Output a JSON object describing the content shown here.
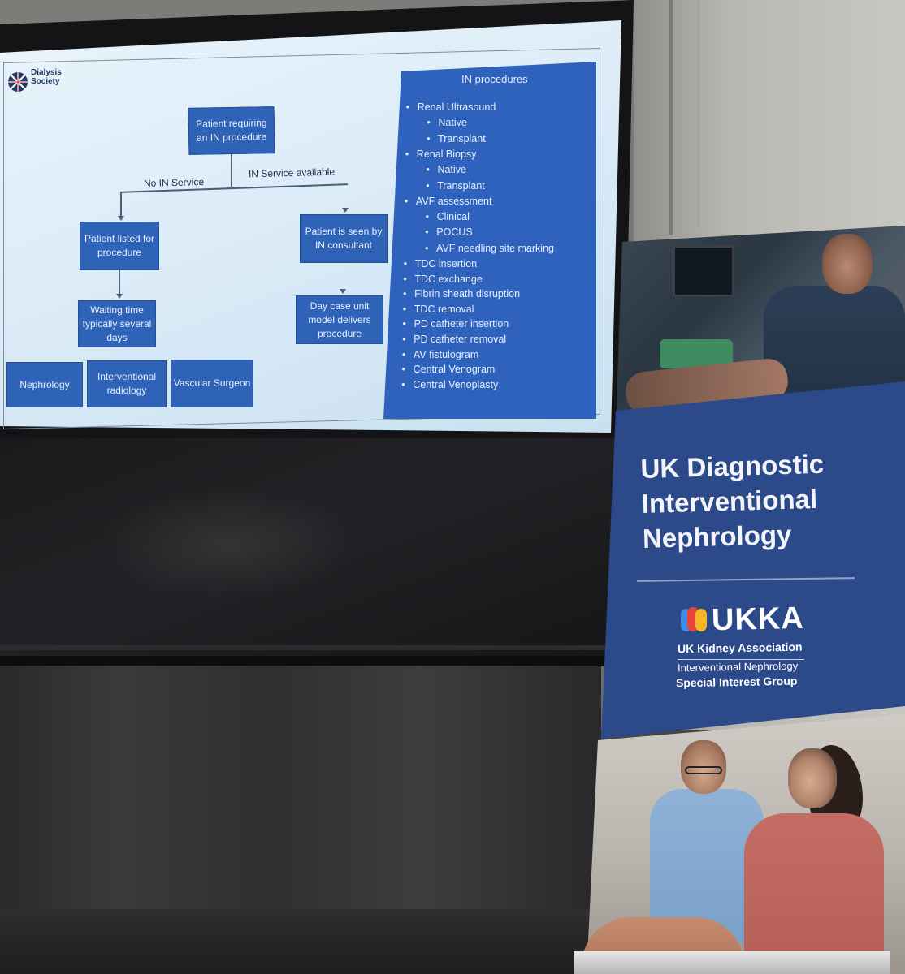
{
  "slide": {
    "logo_text": "Dialysis Society",
    "flow": {
      "start": "Patient requiring an IN procedure",
      "branch_left": "No IN Service",
      "branch_right": "IN Service available",
      "left_listed": "Patient listed for procedure",
      "left_wait": "Waiting time typically several days",
      "right_seen": "Patient is seen by IN consultant",
      "right_daycase": "Day case unit model delivers procedure",
      "specialties": [
        "Nephrology",
        "Interventional radiology",
        "Vascular Surgeon"
      ]
    },
    "procedures": {
      "title": "IN procedures",
      "items": [
        {
          "text": "Renal Ultrasound",
          "level": 1
        },
        {
          "text": "Native",
          "level": 2
        },
        {
          "text": "Transplant",
          "level": 2
        },
        {
          "text": "Renal Biopsy",
          "level": 1
        },
        {
          "text": "Native",
          "level": 2
        },
        {
          "text": "Transplant",
          "level": 2
        },
        {
          "text": "AVF assessment",
          "level": 1
        },
        {
          "text": "Clinical",
          "level": 2
        },
        {
          "text": "POCUS",
          "level": 2
        },
        {
          "text": "AVF needling site marking",
          "level": 2
        },
        {
          "text": "TDC insertion",
          "level": 1
        },
        {
          "text": "TDC exchange",
          "level": 1
        },
        {
          "text": "Fibrin sheath disruption",
          "level": 1
        },
        {
          "text": "TDC removal",
          "level": 1
        },
        {
          "text": "PD catheter insertion",
          "level": 1
        },
        {
          "text": "PD catheter removal",
          "level": 1
        },
        {
          "text": "AV fistulogram",
          "level": 1
        },
        {
          "text": "Central Venogram",
          "level": 1
        },
        {
          "text": "Central Venoplasty",
          "level": 1
        }
      ]
    }
  },
  "banner": {
    "heading_line1": "UK Diagnostic",
    "heading_line2": "Interventional",
    "heading_line3": "Nephrology",
    "logo_text": "UKKA",
    "org_name": "UK Kidney Association",
    "group_line1": "Interventional Nephrology",
    "group_line2": "Special Interest Group",
    "colors": {
      "banner_blue": "#2c4a8a",
      "slide_box_blue": "#2e63b8"
    }
  }
}
